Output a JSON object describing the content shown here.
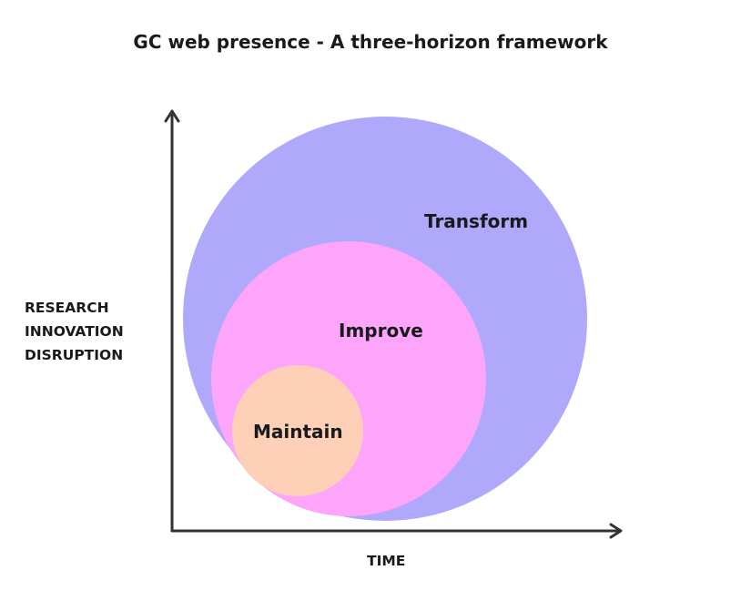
{
  "title": "GC web presence - A three-horizon framework",
  "y_axis": {
    "lines": [
      "RESEARCH",
      "INNOVATION",
      "DISRUPTION"
    ]
  },
  "x_axis": {
    "label": "TIME"
  },
  "horizons": {
    "transform": {
      "label": "Transform",
      "color": "#b0a8fb"
    },
    "improve": {
      "label": "Improve",
      "color": "#fca5fb"
    },
    "maintain": {
      "label": "Maintain",
      "color": "#fdd0b7"
    }
  },
  "colors": {
    "axis": "#333333",
    "text": "#1a1a1a"
  }
}
